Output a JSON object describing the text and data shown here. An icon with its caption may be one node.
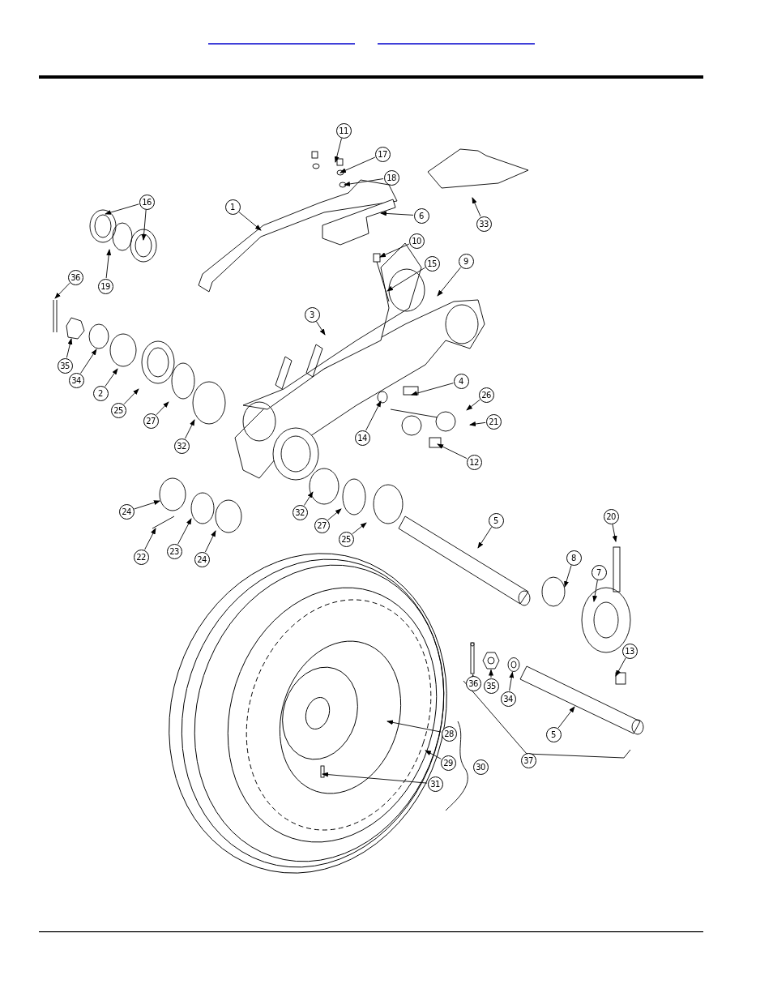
{
  "diagram": {
    "nodes": [
      {
        "text": [
          "11"
        ]
      },
      {
        "text": [
          "17"
        ]
      },
      {
        "text": [
          "18"
        ]
      },
      {
        "text": [
          "1"
        ]
      },
      {
        "text": [
          "6"
        ]
      },
      {
        "text": [
          "33"
        ]
      },
      {
        "text": [
          "16"
        ]
      },
      {
        "text": [
          "19"
        ]
      },
      {
        "text": [
          "36"
        ]
      },
      {
        "text": [
          "35"
        ]
      },
      {
        "text": [
          "34"
        ]
      },
      {
        "text": [
          "2"
        ]
      },
      {
        "text": [
          "25"
        ]
      },
      {
        "text": [
          "27"
        ]
      },
      {
        "text": [
          "32"
        ]
      },
      {
        "text": [
          "3"
        ]
      },
      {
        "text": [
          "10"
        ]
      },
      {
        "text": [
          "15"
        ]
      },
      {
        "text": [
          "9"
        ]
      },
      {
        "text": [
          "4"
        ]
      },
      {
        "text": [
          "26"
        ]
      },
      {
        "text": [
          "21"
        ]
      },
      {
        "text": [
          "14"
        ]
      },
      {
        "text": [
          "12"
        ]
      },
      {
        "text": [
          "24"
        ]
      },
      {
        "text": [
          "22"
        ]
      },
      {
        "text": [
          "23"
        ]
      },
      {
        "text": [
          "24"
        ]
      },
      {
        "text": [
          "32"
        ]
      },
      {
        "text": [
          "27"
        ]
      },
      {
        "text": [
          "25"
        ]
      },
      {
        "text": [
          "5"
        ]
      },
      {
        "text": [
          "8"
        ]
      },
      {
        "text": [
          "7"
        ]
      },
      {
        "text": [
          "20"
        ]
      },
      {
        "text": [
          "13"
        ]
      },
      {
        "text": [
          "36"
        ]
      },
      {
        "text": [
          "35"
        ]
      },
      {
        "text": [
          "34"
        ]
      },
      {
        "text": [
          "5"
        ]
      },
      {
        "text": [
          "37"
        ]
      },
      {
        "text": [
          "28"
        ]
      },
      {
        "text": [
          "29"
        ]
      },
      {
        "text": [
          "30"
        ]
      },
      {
        "text": [
          "31"
        ]
      },
      {
        "text": [],
        "shape": "hexagon"
      },
      {
        "text": [],
        "shape": "circle"
      },
      {
        "text": [],
        "shape": "bar"
      }
    ],
    "edges": [
      {
        "from": 0,
        "to": null,
        "arrow": "to"
      },
      {
        "from": 1,
        "to": null,
        "arrow": "to"
      },
      {
        "from": 2,
        "to": null,
        "arrow": "to"
      },
      {
        "from": 3,
        "to": null,
        "arrow": "to"
      },
      {
        "from": 4,
        "to": null,
        "arrow": "to"
      },
      {
        "from": 5,
        "to": null,
        "arrow": "to"
      },
      {
        "from": 6,
        "to": null,
        "arrow": "to"
      },
      {
        "from": 6,
        "to": null,
        "arrow": "to"
      },
      {
        "from": 7,
        "to": null,
        "arrow": "to"
      },
      {
        "from": 8,
        "to": null,
        "arrow": "to"
      },
      {
        "from": 9,
        "to": null,
        "arrow": "to"
      },
      {
        "from": 10,
        "to": null,
        "arrow": "to"
      },
      {
        "from": 11,
        "to": null,
        "arrow": "to"
      },
      {
        "from": 12,
        "to": null,
        "arrow": "to"
      },
      {
        "from": 13,
        "to": null,
        "arrow": "to"
      },
      {
        "from": 14,
        "to": null,
        "arrow": "to"
      },
      {
        "from": 15,
        "to": null,
        "arrow": "to"
      },
      {
        "from": 16,
        "to": null,
        "arrow": "to"
      },
      {
        "from": 17,
        "to": null,
        "arrow": "to"
      },
      {
        "from": 18,
        "to": null,
        "arrow": "to"
      },
      {
        "from": 19,
        "to": null,
        "arrow": "to"
      },
      {
        "from": 20,
        "to": null,
        "arrow": "to"
      },
      {
        "from": 21,
        "to": null,
        "arrow": "to"
      },
      {
        "from": 22,
        "to": null,
        "arrow": "to"
      },
      {
        "from": 23,
        "to": null,
        "arrow": "to"
      },
      {
        "from": 24,
        "to": null,
        "arrow": "to"
      },
      {
        "from": 25,
        "to": null,
        "arrow": "to"
      },
      {
        "from": 26,
        "to": null,
        "arrow": "to"
      },
      {
        "from": 27,
        "to": null,
        "arrow": "to"
      },
      {
        "from": 28,
        "to": null,
        "arrow": "to"
      },
      {
        "from": 29,
        "to": null,
        "arrow": "to"
      },
      {
        "from": 30,
        "to": null,
        "arrow": "to"
      },
      {
        "from": 31,
        "to": null,
        "arrow": "to"
      },
      {
        "from": 32,
        "to": null,
        "arrow": "to"
      },
      {
        "from": 33,
        "to": null,
        "arrow": "to"
      },
      {
        "from": 34,
        "to": null,
        "arrow": "to"
      },
      {
        "from": 35,
        "to": null,
        "arrow": "to"
      },
      {
        "from": 36,
        "to": 47,
        "arrow": "to"
      },
      {
        "from": 37,
        "to": 45,
        "arrow": "to"
      },
      {
        "from": 38,
        "to": 46,
        "arrow": "to"
      },
      {
        "from": 39,
        "to": null,
        "arrow": "to"
      },
      {
        "from": 41,
        "to": null,
        "arrow": "to"
      },
      {
        "from": 42,
        "to": null,
        "arrow": "to"
      },
      {
        "from": 44,
        "to": null,
        "arrow": "to"
      }
    ]
  }
}
